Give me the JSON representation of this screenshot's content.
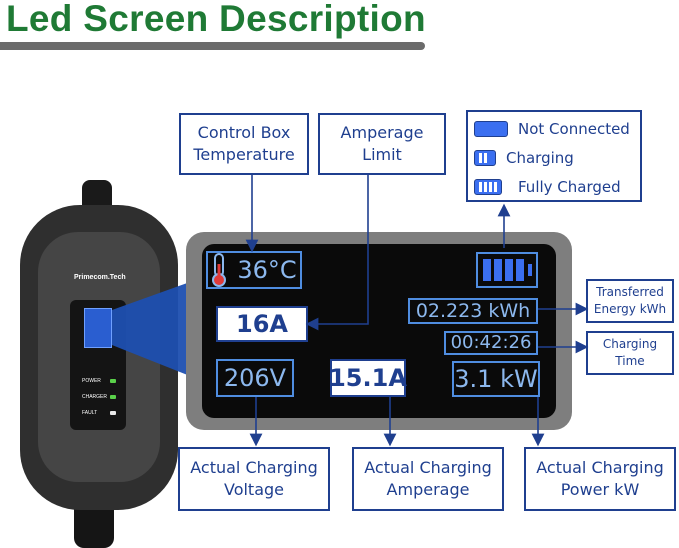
{
  "title": "Led Screen Description",
  "callouts": {
    "control_box_temp": [
      "Control Box",
      "Temperature"
    ],
    "amperage_limit": [
      "Amperage",
      "Limit"
    ],
    "transferred_energy": [
      "Transferred",
      "Energy kWh"
    ],
    "charging_time": [
      "Charging",
      "Time"
    ],
    "charging_voltage": [
      "Actual Charging",
      "Voltage"
    ],
    "charging_amperage": [
      "Actual Charging",
      "Amperage"
    ],
    "charging_power": [
      "Actual Charging",
      "Power kW"
    ]
  },
  "legend": {
    "not_connected": "Not Connected",
    "charging": "Charging",
    "fully_charged": "Fully Charged"
  },
  "screen": {
    "temperature": "36°C",
    "amperage_limit": "16A",
    "energy": "02.223 kWh",
    "time": "00:42:26",
    "voltage": "206V",
    "amperage": "15.1A",
    "power": "3.1 kW"
  },
  "device": {
    "brand": "Primecom.Tech",
    "leds": [
      "POWER",
      "CHARGER",
      "FAULT"
    ]
  },
  "colors": {
    "title_green": "#1f7a35",
    "callout_blue": "#1f3f8f",
    "lcd_blue": "#4f8de0",
    "battery_blue": "#3b6ff0"
  }
}
